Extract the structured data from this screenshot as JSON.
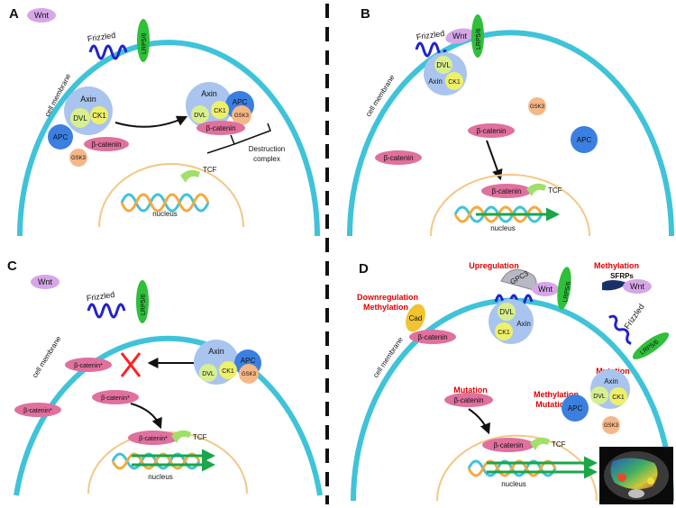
{
  "panels": [
    {
      "letter": "A",
      "ligand": "Wnt",
      "receptor": "Frizzled",
      "coreceptor": "LRP5/6",
      "membrane": "cell membrane",
      "complex_left": {
        "axin": "Axin",
        "dvl": "DVL",
        "ck1": "CK1"
      },
      "apc": "APC",
      "beta_catenin": "β-catenin",
      "gsk3": "GSK3",
      "complex_right": {
        "axin": "Axin",
        "dvl": "DVL",
        "ck1": "CK1",
        "apc": "APC",
        "gsk3": "GSK3",
        "beta_catenin": "β-catenin"
      },
      "annotation": "Destruction complex",
      "tcf": "TCF",
      "nucleus": "nucleus"
    },
    {
      "letter": "B",
      "ligand": "Wnt",
      "receptor": "Frizzled",
      "coreceptor": "LRP5/6",
      "membrane": "cell membrane",
      "complex": {
        "axin": "Axin",
        "dvl": "DVL",
        "ck1": "CK1"
      },
      "gsk3": "GSK3",
      "apc": "APC",
      "beta_catenin_center": "β-catenin",
      "beta_catenin_left": "β-catenin",
      "nuclear_beta_catenin": "β-catenin",
      "tcf": "TCF",
      "nucleus": "nucleus"
    },
    {
      "letter": "C",
      "ligand": "Wnt",
      "receptor": "Frizzled",
      "coreceptor": "LRP5/6",
      "membrane": "cell membrane",
      "complex": {
        "axin": "Axin",
        "dvl": "DVL",
        "ck1": "CK1",
        "apc": "APC",
        "gsk3": "GSK3"
      },
      "beta_catenin_mut": [
        "β-catenin*",
        "β-catenin*",
        "β-catenin*"
      ],
      "nuclear_beta_catenin": "β-catenin*",
      "tcf": "TCF",
      "nucleus": "nucleus"
    },
    {
      "letter": "D",
      "upregulation": "Upregulation",
      "gpc3": "GPC3",
      "ligand": "Wnt",
      "coreceptor": "LRP5/6",
      "methylation_sfrps": "Methylation",
      "sfrps": "SFRPs",
      "wnt_right": "Wnt",
      "downregulation": "Downregulation",
      "methylation_cad": "Methylation",
      "cad": "Cad",
      "membrane": "cell membrane",
      "beta_catenin_membrane": "β-catenin",
      "complex_membrane": {
        "dvl": "DVL",
        "axin": "Axin",
        "ck1": "CK1"
      },
      "receptor_right": "Frizzled",
      "coreceptor_right": "LRP5/6",
      "mutation_axin": "Mutation",
      "complex_right": {
        "axin": "Axin",
        "dvl": "DVL",
        "ck1": "CK1"
      },
      "mutation_beta": "Mutation",
      "beta_catenin": "β-catenin",
      "methylation_apc": "Methylation",
      "mutation_apc": "Mutation",
      "apc": "APC",
      "gsk3": "GSK3",
      "nuclear_beta_catenin": "β-catenin",
      "tcf": "TCF",
      "nucleus": "nucleus"
    }
  ],
  "colors": {
    "membrane": "#3fc3d9",
    "nucleus_line": "#f4c784",
    "wnt": "#d6a6e8",
    "lrp": "#2fbf3a",
    "frizzled": "#2222cc",
    "axin": "#a9c4ee",
    "dvl": "#d8ef8f",
    "ck1": "#eef06a",
    "apc": "#3b7fe0",
    "gsk3": "#f6b787",
    "beta": "#e0709e",
    "tcf": "#9fe06a",
    "red_x": "#ff2020",
    "green_arrow": "#1aa64a"
  }
}
